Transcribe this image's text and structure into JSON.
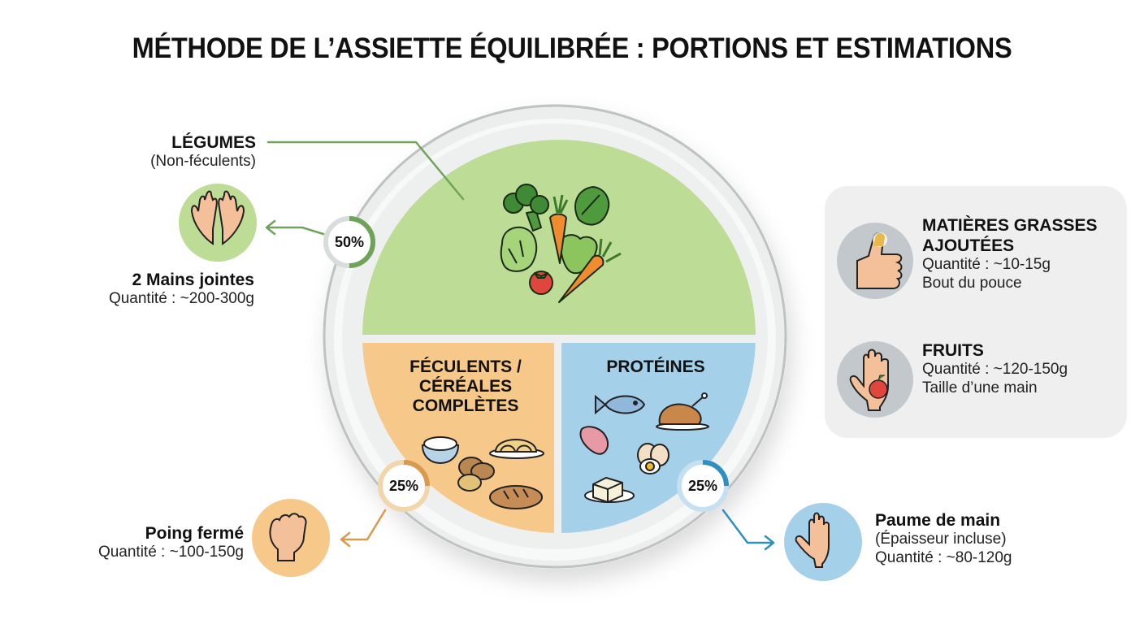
{
  "title": "MÉTHODE DE L’ASSIETTE ÉQUILIBRÉE : PORTIONS ET ESTIMATIONS",
  "colors": {
    "vegetables": "#bddc95",
    "starches": "#f6c88a",
    "proteins": "#a4d0ea",
    "vegetables_accent": "#6fa35a",
    "starches_accent": "#d99a4e",
    "proteins_accent": "#2f8fbf",
    "plate_rim": "#e6e7e8",
    "card_bg": "#efefef"
  },
  "plate": {
    "segments": [
      {
        "id": "vegetables",
        "title_lines": [
          "LÉGUMES"
        ],
        "share_pct": 50,
        "badge": "50%",
        "icon": "vegetables-icon"
      },
      {
        "id": "starches",
        "title_lines": [
          "FÉCULENTS /",
          "CÉRÉALES",
          "COMPLÈTES"
        ],
        "share_pct": 25,
        "badge": "25%",
        "icon": "starches-icon"
      },
      {
        "id": "proteins",
        "title_lines": [
          "PROTÉINES"
        ],
        "share_pct": 25,
        "badge": "25%",
        "icon": "proteins-icon"
      }
    ]
  },
  "vegetables": {
    "heading": "LÉGUMES",
    "subheading": "(Non-féculents)",
    "measure": "2 Mains jointes",
    "quantity": "Quantité : ~200-300g",
    "badge": "50%",
    "hand_icon": "cupped-hands-icon"
  },
  "starches": {
    "title_line1": "FÉCULENTS /",
    "title_line2": "CÉRÉALES",
    "title_line3": "COMPLÈTES",
    "measure": "Poing fermé",
    "quantity": "Quantité : ~100-150g",
    "badge": "25%",
    "hand_icon": "fist-icon"
  },
  "proteins": {
    "title": "PROTÉINES",
    "measure": "Paume de main",
    "subheading": "(Épaisseur incluse)",
    "quantity": "Quantité : ~80-120g",
    "badge": "25%",
    "hand_icon": "palm-icon"
  },
  "extras": [
    {
      "heading_line1": "MATIÈRES GRASSES",
      "heading_line2": "AJOUTÉES",
      "quantity": "Quantité : ~10-15g",
      "measure": "Bout du pouce",
      "icon": "thumb-icon"
    },
    {
      "heading_line1": "FRUITS",
      "quantity": "Quantité : ~120-150g",
      "measure": "Taille d’une main",
      "icon": "hand-with-apple-icon"
    }
  ]
}
